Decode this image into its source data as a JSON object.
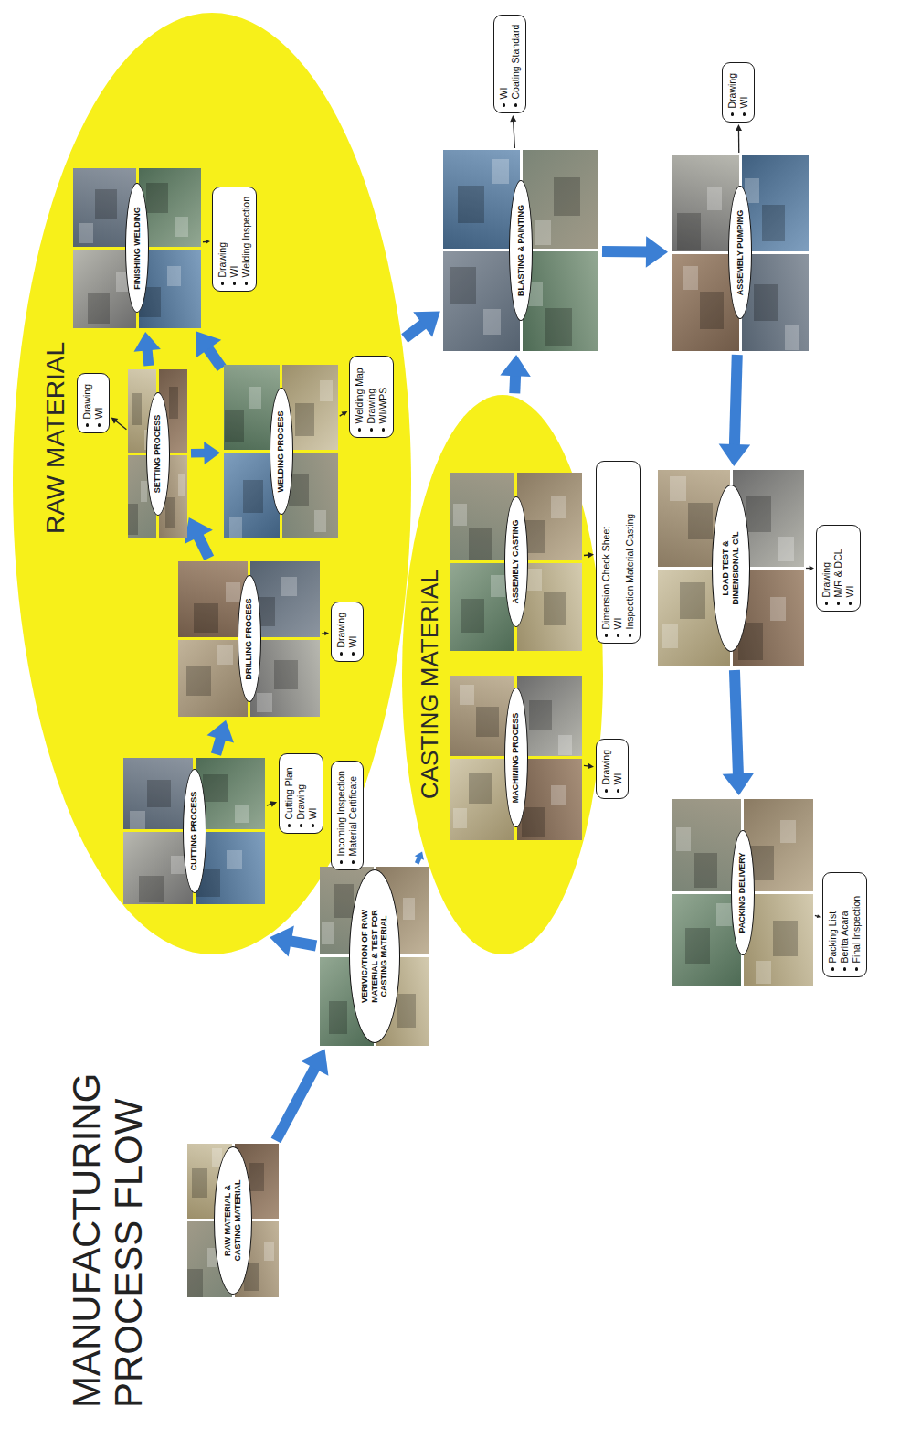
{
  "diagram": {
    "title": "MANUFACTURING PROCESS FLOW",
    "nodes": [
      {
        "text": [
          "RAW MATERIAL & CASTING MATERIAL"
        ]
      },
      {
        "text": [
          "VERIVICATION OF RAW MATERIAL & TEST FOR CASTING MATERIAL"
        ]
      },
      {
        "text": [
          "Incoming Inspection",
          "Material Certificate"
        ]
      },
      {
        "text": [
          "RAW MATERIAL"
        ]
      },
      {
        "text": [
          "CUTTING PROCESS"
        ],
        "in": 3
      },
      {
        "text": [
          "Cutting Plan",
          "Drawing",
          "WI"
        ],
        "in": 3
      },
      {
        "text": [
          "DRILLING PROCESS"
        ],
        "in": 3
      },
      {
        "text": [
          "Drawing",
          "WI"
        ],
        "in": 3
      },
      {
        "text": [
          "SETTING PROCESS"
        ],
        "in": 3
      },
      {
        "text": [
          "Drawing",
          "WI"
        ],
        "in": 3
      },
      {
        "text": [
          "WELDING PROCESS"
        ],
        "in": 3
      },
      {
        "text": [
          "Welding Map",
          "Drawing",
          "WI/WPS"
        ],
        "in": 3
      },
      {
        "text": [
          "FINISHING WELDING"
        ],
        "in": 3
      },
      {
        "text": [
          "Drawing",
          "WI",
          "Welding Inspection"
        ],
        "in": 3
      },
      {
        "text": [
          "CASTING MATERIAL"
        ]
      },
      {
        "text": [
          "MACHINING PROCESS"
        ],
        "in": 14
      },
      {
        "text": [
          "Drawing",
          "WI"
        ],
        "in": 14
      },
      {
        "text": [
          "ASSEMBLY CASTING"
        ],
        "in": 14
      },
      {
        "text": [
          "Dimension Check Sheet",
          "WI",
          "Inspection Material Casting"
        ],
        "in": 14
      },
      {
        "text": [
          "BLASTING & PAINTING"
        ]
      },
      {
        "text": [
          "WI",
          "Coating Standard"
        ]
      },
      {
        "text": [
          "ASSEMBLY PUMPING"
        ]
      },
      {
        "text": [
          "Drawing",
          "WI"
        ]
      },
      {
        "text": [
          "LOAD TEST & DIMENSIONAL C/L"
        ]
      },
      {
        "text": [
          "Drawing",
          "M/R & DCL",
          "WI"
        ]
      },
      {
        "text": [
          "PACKING DELIVERY"
        ]
      },
      {
        "text": [
          "Packing List",
          "Berita Acara",
          "Final Inspection"
        ]
      }
    ],
    "edges": [
      {
        "from": 0,
        "to": 1,
        "arrow": "to"
      },
      {
        "from": 1,
        "to": 2,
        "arrow": "to"
      },
      {
        "from": 1,
        "to": 3,
        "arrow": "to"
      },
      {
        "from": 1,
        "to": 14,
        "arrow": "to"
      },
      {
        "from": 4,
        "to": 5,
        "arrow": "to"
      },
      {
        "from": 4,
        "to": 6,
        "arrow": "to"
      },
      {
        "from": 6,
        "to": 7,
        "arrow": "to"
      },
      {
        "from": 6,
        "to": 8,
        "arrow": "to"
      },
      {
        "from": 8,
        "to": 9,
        "arrow": "to"
      },
      {
        "from": 8,
        "to": 10,
        "arrow": "to"
      },
      {
        "from": 10,
        "to": 11,
        "arrow": "to"
      },
      {
        "from": 8,
        "to": 12,
        "arrow": "to"
      },
      {
        "from": 10,
        "to": 12,
        "arrow": "to"
      },
      {
        "from": 12,
        "to": 13,
        "arrow": "to"
      },
      {
        "from": 15,
        "to": 16,
        "arrow": "to"
      },
      {
        "from": 17,
        "to": 18,
        "arrow": "to"
      },
      {
        "from": 3,
        "to": 19,
        "arrow": "to"
      },
      {
        "from": 14,
        "to": 19,
        "arrow": "to"
      },
      {
        "from": 19,
        "to": 20,
        "arrow": "to"
      },
      {
        "from": 19,
        "to": 21,
        "arrow": "to"
      },
      {
        "from": 21,
        "to": 22,
        "arrow": "to"
      },
      {
        "from": 21,
        "to": 23,
        "arrow": "to"
      },
      {
        "from": 23,
        "to": 24,
        "arrow": "to"
      },
      {
        "from": 23,
        "to": 25,
        "arrow": "to"
      },
      {
        "from": 25,
        "to": 26,
        "arrow": "to"
      }
    ]
  }
}
